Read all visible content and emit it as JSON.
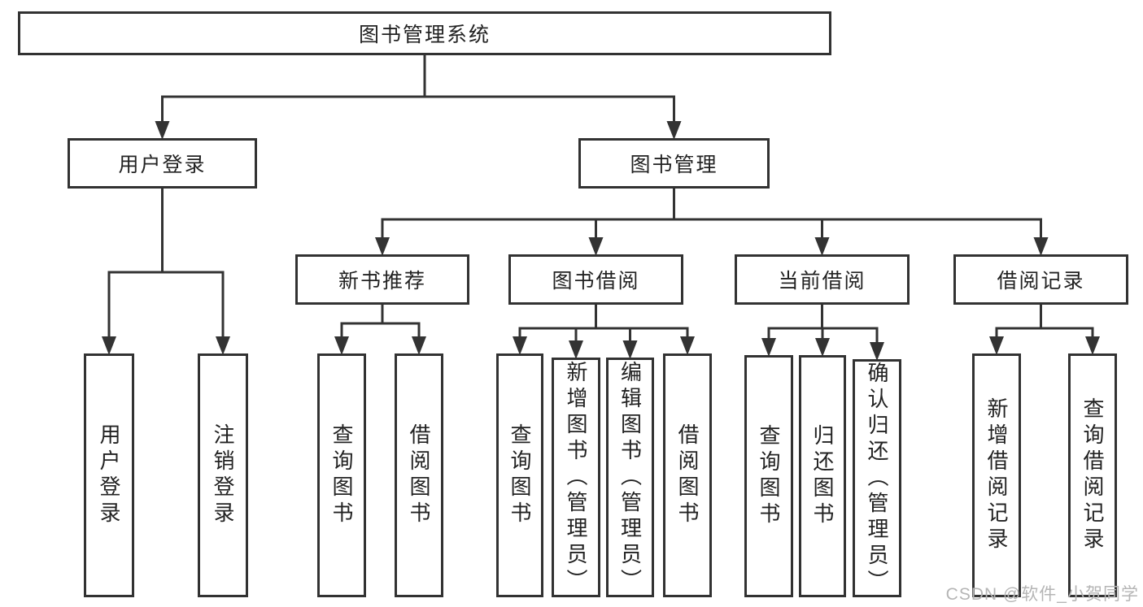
{
  "diagram": {
    "title": "图书管理系统",
    "watermark": "CSDN @软件_小贺同学",
    "colors": {
      "line": "#333333",
      "box_border": "#323232",
      "text": "#222222",
      "watermark": "#b5b5b5",
      "background": "#ffffff"
    },
    "nodes": [
      {
        "id": "root",
        "label": "图书管理系统",
        "parent": null
      },
      {
        "id": "user-login",
        "label": "用户登录",
        "parent": "root"
      },
      {
        "id": "book-mgmt",
        "label": "图书管理",
        "parent": "root"
      },
      {
        "id": "login",
        "label": "用户登录",
        "parent": "user-login"
      },
      {
        "id": "logout",
        "label": "注销登录",
        "parent": "user-login"
      },
      {
        "id": "new-book-rec",
        "label": "新书推荐",
        "parent": "book-mgmt"
      },
      {
        "id": "book-borrow",
        "label": "图书借阅",
        "parent": "book-mgmt"
      },
      {
        "id": "current-borrow",
        "label": "当前借阅",
        "parent": "book-mgmt"
      },
      {
        "id": "borrow-records",
        "label": "借阅记录",
        "parent": "book-mgmt"
      },
      {
        "id": "rec-query-book",
        "label": "查询图书",
        "parent": "new-book-rec"
      },
      {
        "id": "rec-borrow-book",
        "label": "借阅图书",
        "parent": "new-book-rec"
      },
      {
        "id": "bb-query-book",
        "label": "查询图书",
        "parent": "book-borrow"
      },
      {
        "id": "bb-add-book",
        "label": "新增图书（管理员）",
        "parent": "book-borrow"
      },
      {
        "id": "bb-edit-book",
        "label": "编辑图书（管理员）",
        "parent": "book-borrow"
      },
      {
        "id": "bb-borrow-book",
        "label": "借阅图书",
        "parent": "book-borrow"
      },
      {
        "id": "cb-query-book",
        "label": "查询图书",
        "parent": "current-borrow"
      },
      {
        "id": "cb-return-book",
        "label": "归还图书",
        "parent": "current-borrow"
      },
      {
        "id": "cb-confirm-return",
        "label": "确认归还（管理员）",
        "parent": "current-borrow"
      },
      {
        "id": "br-add-record",
        "label": "新增借阅记录",
        "parent": "borrow-records"
      },
      {
        "id": "br-query-record",
        "label": "查询借阅记录",
        "parent": "borrow-records"
      }
    ]
  }
}
